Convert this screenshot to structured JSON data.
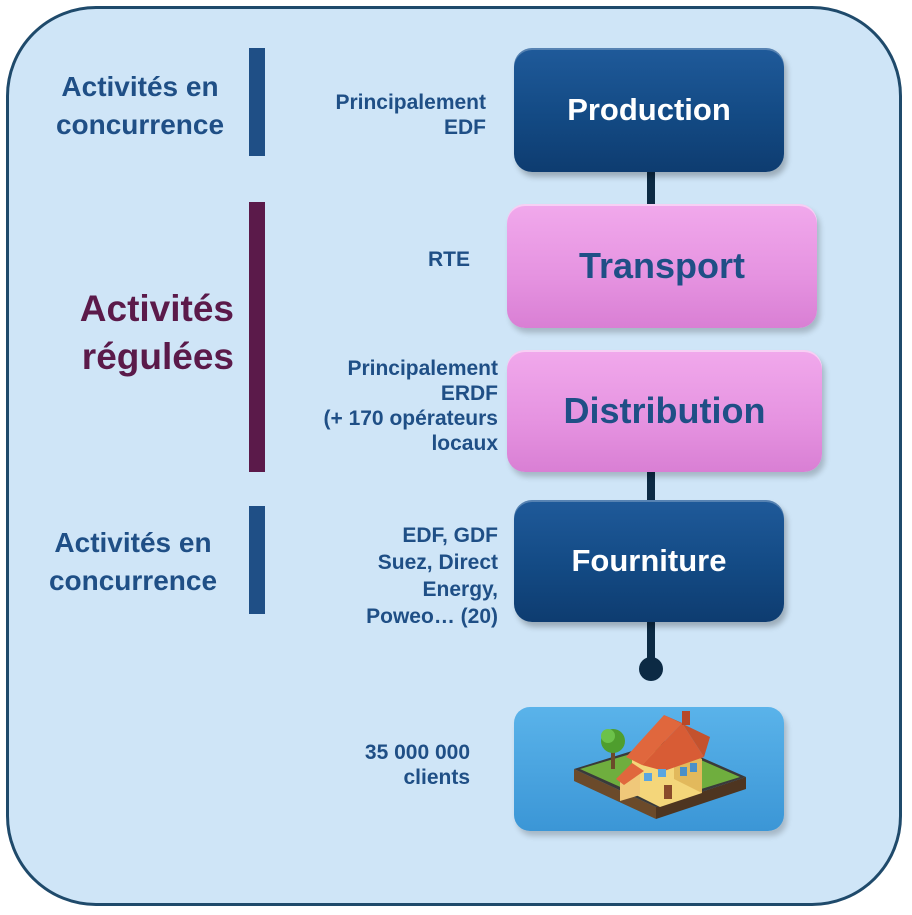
{
  "left": {
    "competitive_top": "Activités en concurrence",
    "regulated": "Activités régulées",
    "competitive_bottom": "Activités en concurrence"
  },
  "descriptions": {
    "production": [
      "Principalement",
      "EDF"
    ],
    "transport": [
      "RTE"
    ],
    "distribution": [
      "Principalement",
      "ERDF",
      "(+ 170 opérateurs",
      "locaux"
    ],
    "fourniture": [
      "EDF, GDF",
      "Suez, Direct",
      "Energy,",
      "Poweo… (20)"
    ],
    "clients": [
      "35 000 000",
      "clients"
    ]
  },
  "boxes": {
    "production": "Production",
    "transport": "Transport",
    "distribution": "Distribution",
    "fourniture": "Fourniture"
  },
  "colors": {
    "competitive": "#1f4f86",
    "regulated": "#5b1a4a",
    "box_dark": "#134a84",
    "box_pink": "#e592e0",
    "background": "#cfe5f7"
  }
}
